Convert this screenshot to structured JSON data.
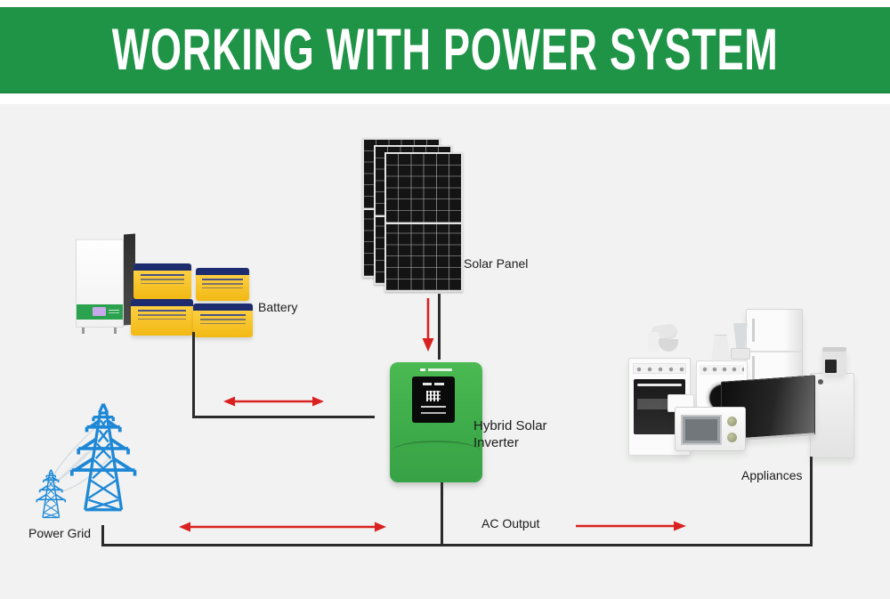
{
  "title": "WORKING WITH POWER SYSTEM",
  "labels": {
    "solar_panel": "Solar Panel",
    "battery": "Battery",
    "inverter_line1": "Hybrid Solar",
    "inverter_line2": "Inverter",
    "power_grid": "Power Grid",
    "ac_output": "AC Output",
    "appliances": "Appliances"
  },
  "colors": {
    "header_green": "#1f9447",
    "arrow_red": "#d92121",
    "inverter_green": "#3fae4b",
    "battery_yellow": "#f7c31e",
    "battery_navy": "#1d2c6e",
    "tower_blue": "#1e88d6",
    "line_black": "#2b2b2b",
    "diagram_bg": "#f1f2f1"
  }
}
